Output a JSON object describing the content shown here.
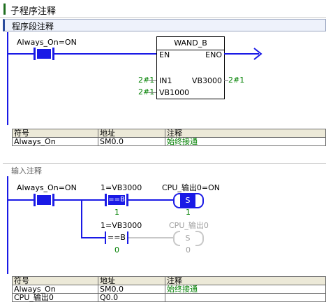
{
  "header": {
    "title": "子程序注释"
  },
  "network1": {
    "title": "程序段注释",
    "contact_label": "Always_On=ON",
    "block": {
      "name": "WAND_B",
      "en": "EN",
      "eno": "ENO",
      "in1": "IN1",
      "in2": "VB1000",
      "out": "VB3000",
      "in1_val": "2#1",
      "in2_val": "2#1",
      "out_val": "2#1"
    },
    "table": {
      "headers": [
        "符号",
        "地址",
        "注释"
      ],
      "rows": [
        [
          "Always_On",
          "SM0.0",
          "始终接通"
        ]
      ]
    }
  },
  "network2": {
    "title": "输入注释",
    "contact_label": "Always_On=ON",
    "compare1": {
      "label": "1=VB3000",
      "op": "==B",
      "value": "1"
    },
    "coil1": {
      "label": "CPU_输出0=ON",
      "op": "S",
      "value": "1"
    },
    "compare2": {
      "label": "1=VB3000",
      "op": "==B",
      "value": "0"
    },
    "coil2": {
      "label": "CPU_输出0",
      "op": "S",
      "value": "0"
    },
    "table": {
      "headers": [
        "符号",
        "地址",
        "注释"
      ],
      "rows": [
        [
          "Always_On",
          "SM0.0",
          "始终接通"
        ],
        [
          "CPU_输出0",
          "Q0.0",
          ""
        ]
      ]
    }
  },
  "colors": {
    "wire": "#1a1ae6",
    "value_green": "#008000",
    "inactive": "#c8c8c8"
  }
}
